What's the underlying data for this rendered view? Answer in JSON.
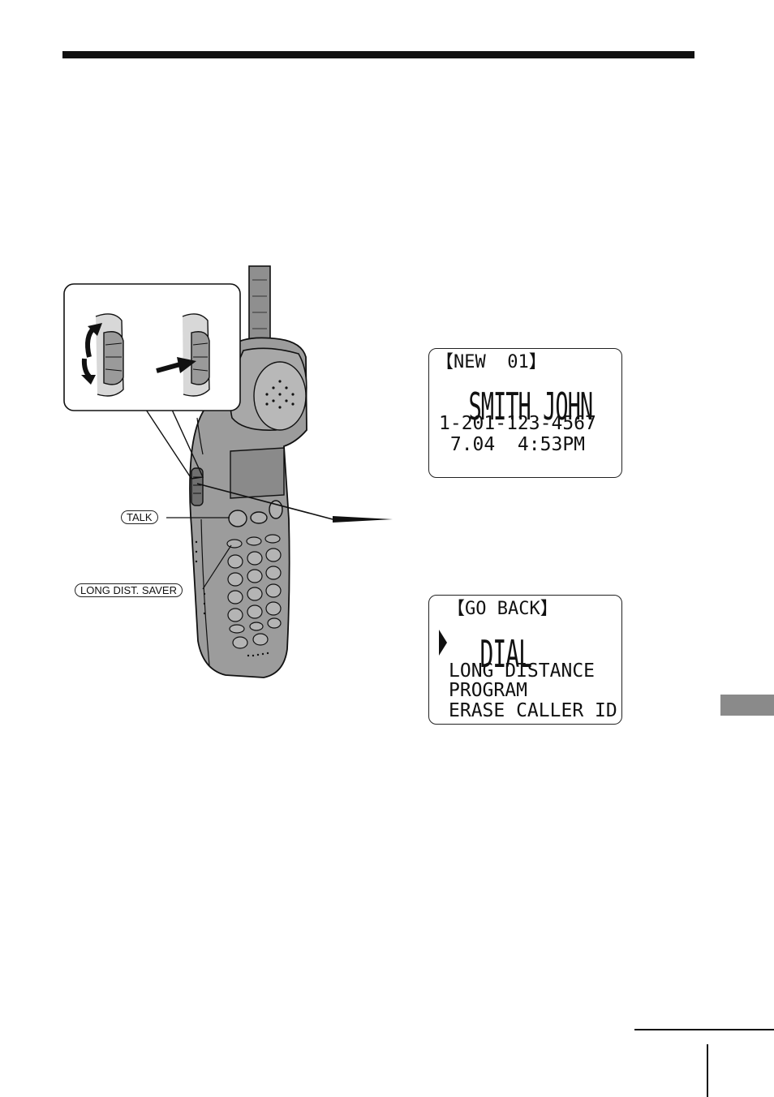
{
  "labels": {
    "talk": "TALK",
    "long_dist_saver": "LONG DIST. SAVER"
  },
  "display_caller": {
    "header": "【NEW  01】",
    "name": "SMITH JOHN",
    "number": "1-201-123-4567",
    "datetime": " 7.04  4:53PM"
  },
  "display_menu": {
    "header": "【GO BACK】",
    "selected": "DIAL",
    "item_long_distance": "LONG DISTANCE",
    "item_program": "PROGRAM",
    "item_erase": "ERASE CALLER ID"
  },
  "icons": {
    "selector": "triangle-pointer-icon",
    "rotate": "rotate-arrows-icon",
    "press": "press-arrow-icon"
  },
  "colors": {
    "phone_body": "#9c9c9c",
    "tab": "#8a8a8a",
    "ink": "#111111"
  }
}
